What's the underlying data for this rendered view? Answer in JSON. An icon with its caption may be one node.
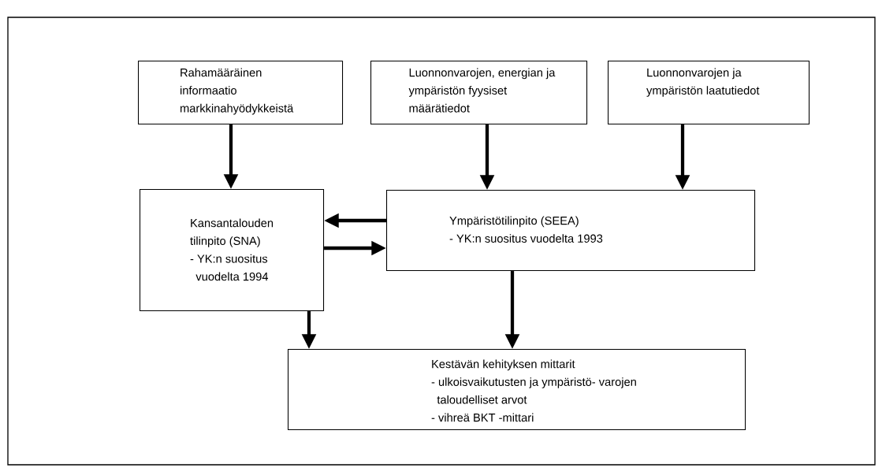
{
  "diagram": {
    "nodes": [
      {
        "text": [
          "Rahamääräinen informaatio markkinahyödykkeistä"
        ]
      },
      {
        "text": [
          "Luonnonvarojen, energian ja ympäristön fyysiset määrätiedot"
        ]
      },
      {
        "text": [
          "Luonnonvarojen ja ympäristön laatutiedot"
        ]
      },
      {
        "text": [
          "Kansantalouden tilinpito (SNA)",
          "- YK:n suositus vuodelta 1994"
        ]
      },
      {
        "text": [
          "Ympäristötilinpito (SEEA)",
          "- YK:n suositus vuodelta 1993"
        ]
      },
      {
        "text": [
          "Kestävän kehityksen mittarit",
          "- ulkoisvaikutusten ja ympäristö- varojen taloudelliset arvot",
          "- vihreä BKT -mittari"
        ]
      }
    ],
    "edges": [
      {
        "from": 0,
        "to": 3,
        "arrow": "to"
      },
      {
        "from": 1,
        "to": 4,
        "arrow": "to"
      },
      {
        "from": 2,
        "to": 4,
        "arrow": "to"
      },
      {
        "from": 4,
        "to": 3,
        "arrow": "to"
      },
      {
        "from": 3,
        "to": 4,
        "arrow": "to"
      },
      {
        "from": 3,
        "to": 5,
        "arrow": "to"
      },
      {
        "from": 4,
        "to": 5,
        "arrow": "to"
      }
    ]
  }
}
